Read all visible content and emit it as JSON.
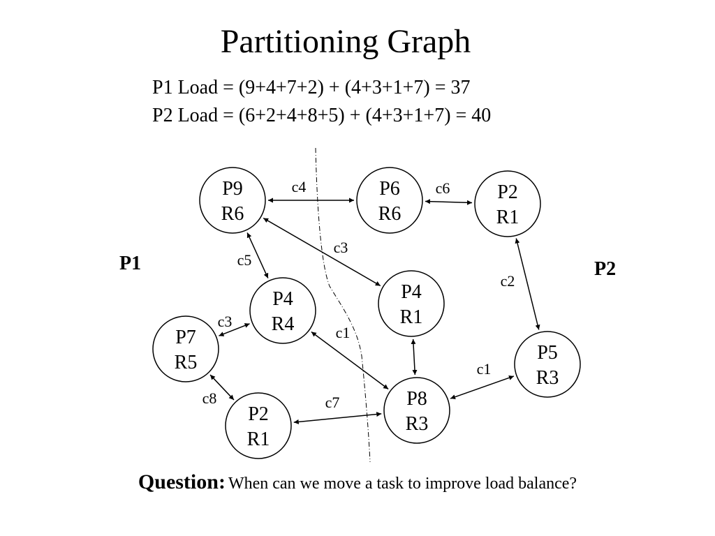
{
  "title": "Partitioning Graph",
  "loads": {
    "p1": "P1 Load = (9+4+7+2) + (4+3+1+7) = 37",
    "p2": "P2 Load = (6+2+4+8+5) + (4+3+1+7) = 40"
  },
  "partitions": {
    "left": "P1",
    "right": "P2"
  },
  "nodes": [
    {
      "id": "p9",
      "process": "P9",
      "resource": "R6"
    },
    {
      "id": "p6",
      "process": "P6",
      "resource": "R6"
    },
    {
      "id": "p2b",
      "process": "P2",
      "resource": "R1"
    },
    {
      "id": "p4a",
      "process": "P4",
      "resource": "R4"
    },
    {
      "id": "p4b",
      "process": "P4",
      "resource": "R1"
    },
    {
      "id": "p7",
      "process": "P7",
      "resource": "R5"
    },
    {
      "id": "p5",
      "process": "P5",
      "resource": "R3"
    },
    {
      "id": "p8",
      "process": "P8",
      "resource": "R3"
    },
    {
      "id": "p2a",
      "process": "P2",
      "resource": "R1"
    }
  ],
  "edges": [
    {
      "from": "p9",
      "to": "p6",
      "label": "c4"
    },
    {
      "from": "p6",
      "to": "p2b",
      "label": "c6"
    },
    {
      "from": "p9",
      "to": "p4b",
      "label": "c3"
    },
    {
      "from": "p9",
      "to": "p4a",
      "label": "c5"
    },
    {
      "from": "p2b",
      "to": "p5",
      "label": "c2"
    },
    {
      "from": "p4a",
      "to": "p7",
      "label": "c3"
    },
    {
      "from": "p4a",
      "to": "p8",
      "label": "c1"
    },
    {
      "from": "p4b",
      "to": "p8",
      "label": ""
    },
    {
      "from": "p8",
      "to": "p5",
      "label": "c1"
    },
    {
      "from": "p7",
      "to": "p2a",
      "label": "c8"
    },
    {
      "from": "p2a",
      "to": "p8",
      "label": "c7"
    }
  ],
  "question": {
    "label": "Question:",
    "text": "When can we move a task to improve load balance?"
  }
}
